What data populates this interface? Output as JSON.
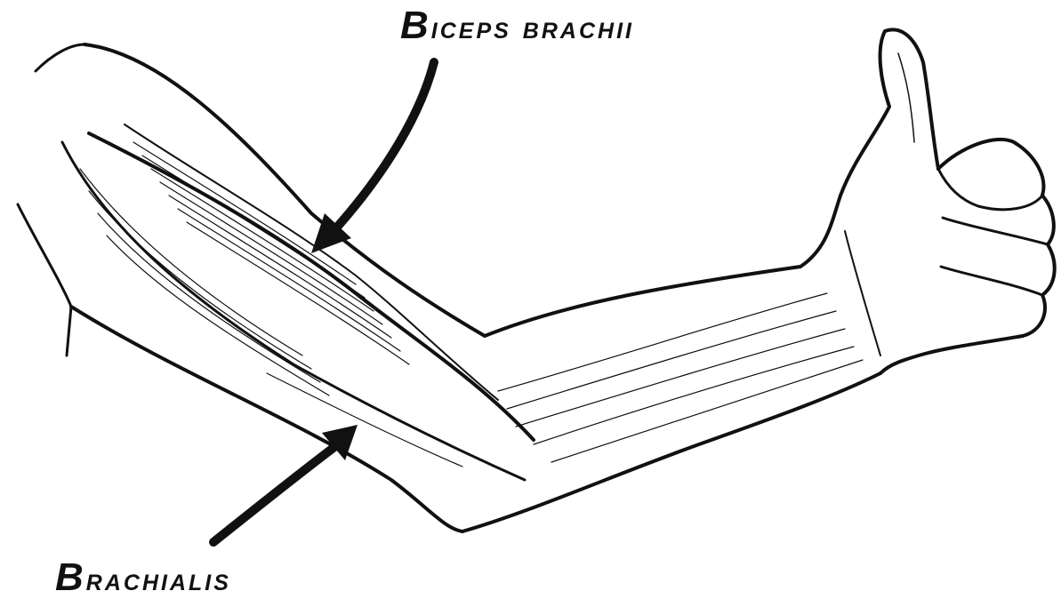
{
  "labels": {
    "biceps": {
      "first": "B",
      "rest": "ICEPS BRACHII"
    },
    "brachialis": {
      "first": "B",
      "rest": "RACHIALIS"
    }
  },
  "colors": {
    "ink": "#111111",
    "background": "#ffffff"
  }
}
